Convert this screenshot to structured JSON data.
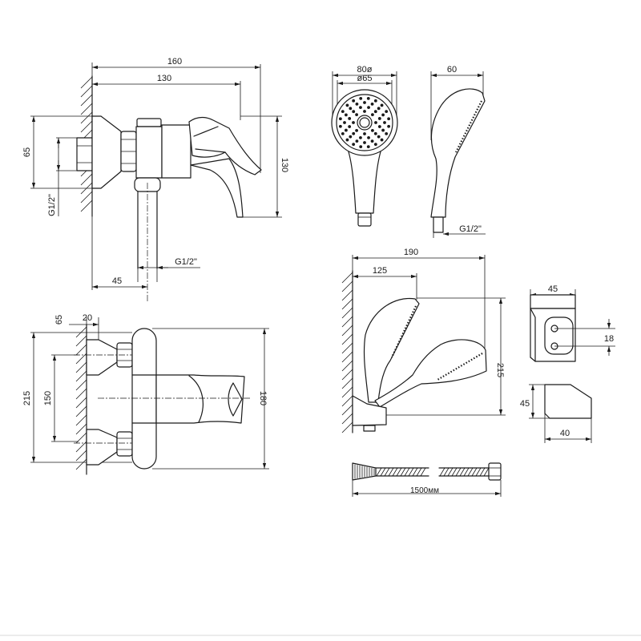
{
  "colors": {
    "line": "#1a1a1a",
    "background": "#ffffff"
  },
  "mixer_side_view": {
    "overall_depth": "160",
    "body_depth": "130",
    "flange_height": "65",
    "lever_height": "130",
    "wall_thread": "G1/2\"",
    "outlet_thread": "G1/2\"",
    "outlet_offset": "45"
  },
  "hand_shower_front": {
    "head_outer": "80ø",
    "head_inner": "ø65"
  },
  "hand_shower_side": {
    "depth": "60",
    "thread": "G1/2\""
  },
  "shower_set": {
    "projection": "190",
    "holder_offset": "125",
    "height": "215"
  },
  "mixer_front_view": {
    "flange_depth": "65",
    "flange_offset": "20",
    "overall_height": "215",
    "centers": "150",
    "body_height": "180"
  },
  "holder_front": {
    "width": "45",
    "hole_spacing": "18"
  },
  "holder_side": {
    "height": "45",
    "depth": "40"
  },
  "hose": {
    "length": "1500мм"
  }
}
